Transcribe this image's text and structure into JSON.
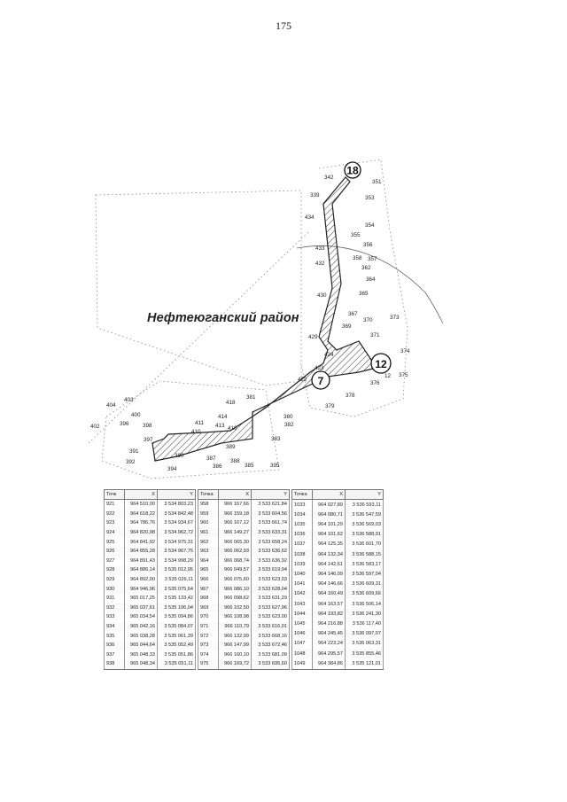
{
  "page": {
    "number": "175"
  },
  "map": {
    "region_label": "Нефтеюганский район",
    "circled_numbers": [
      "18",
      "7",
      "12"
    ],
    "point_labels": [
      "342",
      "351",
      "339",
      "353",
      "434",
      "354",
      "355",
      "356",
      "433",
      "358",
      "357",
      "432",
      "362",
      "364",
      "430",
      "365",
      "367",
      "370",
      "373",
      "371",
      "369",
      "429",
      "374",
      "424",
      "375",
      "423",
      "12",
      "422",
      "376",
      "378",
      "379",
      "418",
      "381",
      "380",
      "382",
      "404",
      "403",
      "414",
      "400",
      "411",
      "410",
      "416",
      "413",
      "383",
      "402",
      "398",
      "397",
      "389",
      "396",
      "391",
      "390",
      "387",
      "388",
      "386",
      "385",
      "395",
      "392",
      "394"
    ]
  },
  "tables": [
    {
      "headers": [
        "Точк",
        "X",
        "Y"
      ],
      "rows": [
        [
          "921",
          "964 510,00",
          "3 534 803,23"
        ],
        [
          "922",
          "964 618,22",
          "3 534 842,48"
        ],
        [
          "923",
          "964 786,76",
          "3 534 934,67"
        ],
        [
          "924",
          "964 820,98",
          "3 534 962,72"
        ],
        [
          "925",
          "964 841,92",
          "3 534 975,31"
        ],
        [
          "926",
          "964 855,28",
          "3 534 967,75"
        ],
        [
          "927",
          "964 891,43",
          "3 534 998,29"
        ],
        [
          "928",
          "964 886,14",
          "3 535 012,95"
        ],
        [
          "929",
          "964 892,00",
          "3 535 026,11"
        ],
        [
          "930",
          "964 946,96",
          "3 535 075,64"
        ],
        [
          "931",
          "965 017,25",
          "3 535 133,42"
        ],
        [
          "932",
          "965 037,61",
          "3 535 106,04"
        ],
        [
          "933",
          "965 034,54",
          "3 535 094,86"
        ],
        [
          "934",
          "965 042,16",
          "3 535 084,07"
        ],
        [
          "935",
          "965 038,28",
          "3 535 061,39"
        ],
        [
          "936",
          "965 044,64",
          "3 535 052,49"
        ],
        [
          "937",
          "965 048,33",
          "3 535 051,86"
        ],
        [
          "938",
          "965 048,34",
          "3 535 051,11"
        ]
      ]
    },
    {
      "headers": [
        "Точка",
        "X",
        "Y"
      ],
      "rows": [
        [
          "958",
          "966 167,66",
          "3 533 621,84"
        ],
        [
          "959",
          "966 159,18",
          "3 533 604,56"
        ],
        [
          "960",
          "966 167,12",
          "3 533 661,74"
        ],
        [
          "961",
          "966 149,27",
          "3 533 633,31"
        ],
        [
          "962",
          "966 065,30",
          "3 533 658,24"
        ],
        [
          "963",
          "966 062,93",
          "3 533 636,62"
        ],
        [
          "964",
          "966 068,74",
          "3 533 636,92"
        ],
        [
          "965",
          "966 049,57",
          "3 533 619,94"
        ],
        [
          "966",
          "966 075,60",
          "3 533 623,03"
        ],
        [
          "967",
          "966 086,10",
          "3 533 628,04"
        ],
        [
          "968",
          "966 098,62",
          "3 533 631,29"
        ],
        [
          "969",
          "966 102,50",
          "3 533 627,96"
        ],
        [
          "970",
          "966 108,98",
          "3 533 623,00"
        ],
        [
          "971",
          "966 110,79",
          "3 533 616,01"
        ],
        [
          "972",
          "966 132,99",
          "3 533 668,16"
        ],
        [
          "973",
          "966 147,99",
          "3 533 672,46"
        ],
        [
          "974",
          "966 160,10",
          "3 533 681,09"
        ],
        [
          "975",
          "966 169,72",
          "3 533 695,60"
        ]
      ]
    },
    {
      "headers": [
        "Точка",
        "X",
        "Y"
      ],
      "rows": [
        [
          "1033",
          "964 027,89",
          "3 536 593,11"
        ],
        [
          "1034",
          "964 080,71",
          "3 536 547,59"
        ],
        [
          "1035",
          "964 101,29",
          "3 536 569,03"
        ],
        [
          "1036",
          "964 101,62",
          "3 536 588,91"
        ],
        [
          "1037",
          "964 125,35",
          "3 536 601,70"
        ],
        [
          "1038",
          "964 132,34",
          "3 536 588,15"
        ],
        [
          "1039",
          "964 142,61",
          "3 536 583,17"
        ],
        [
          "1040",
          "964 146,09",
          "3 536 597,04"
        ],
        [
          "1041",
          "964 146,66",
          "3 536 609,31"
        ],
        [
          "1042",
          "964 160,49",
          "3 536 609,66"
        ],
        [
          "1043",
          "964 163,57",
          "3 536 506,14"
        ],
        [
          "1044",
          "964 193,82",
          "3 536 241,30"
        ],
        [
          "1045",
          "964 216,88",
          "3 536 117,40"
        ],
        [
          "1046",
          "964 245,45",
          "3 536 097,07"
        ],
        [
          "1047",
          "964 223,24",
          "3 536 063,31"
        ],
        [
          "1048",
          "964 295,57",
          "3 535 855,46"
        ],
        [
          "1049",
          "964 384,86",
          "3 535 121,01"
        ]
      ]
    }
  ]
}
